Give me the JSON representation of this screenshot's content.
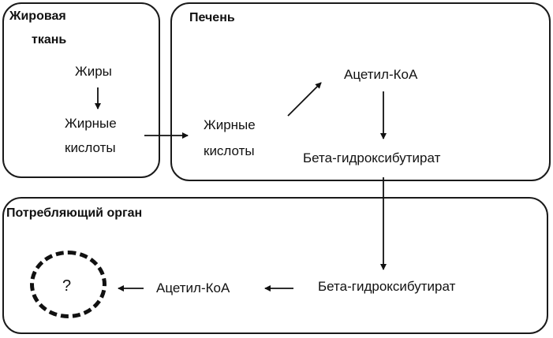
{
  "adipose": {
    "title_line1": "Жировая",
    "title_line2": "ткань",
    "fats": "Жиры",
    "fatty_acids_line1": "Жирные",
    "fatty_acids_line2": "кислоты"
  },
  "liver": {
    "title": "Печень",
    "fatty_acids_line1": "Жирные",
    "fatty_acids_line2": "кислоты",
    "acetyl_coa": "Ацетил-КоА",
    "beta_hydroxybutyrate": "Бета-гидроксибутират"
  },
  "consumer": {
    "title": "Потребляющий орган",
    "beta_hydroxybutyrate": "Бета-гидроксибутират",
    "acetyl_coa": "Ацетил-КоА",
    "unknown": "?"
  }
}
